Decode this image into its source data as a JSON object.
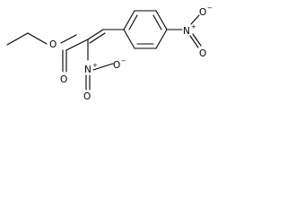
{
  "atoms": {
    "ester_o": "O",
    "carbonyl_o": "O",
    "nitro_alkene_n": "N",
    "nitro_alkene_n_charge": "+",
    "nitro_alkene_o_single": "O",
    "nitro_alkene_o_charge": "−",
    "nitro_alkene_o_double": "O",
    "nitro_aryl_n": "N",
    "nitro_aryl_n_charge": "+",
    "nitro_aryl_o_single": "O",
    "nitro_aryl_o_charge": "−",
    "nitro_aryl_o_double": "O"
  }
}
